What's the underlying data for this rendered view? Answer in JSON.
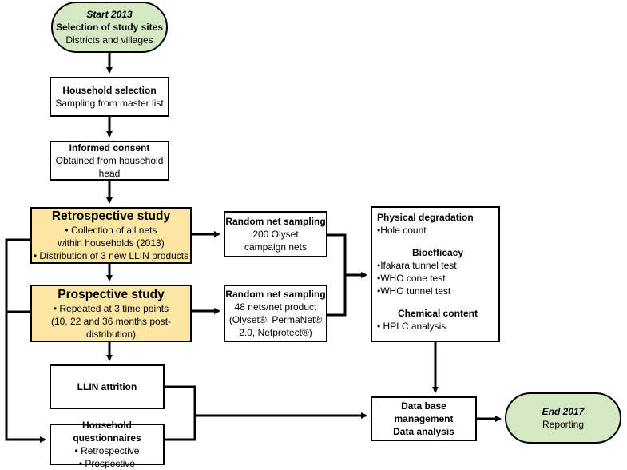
{
  "start": {
    "label": "Start 2013",
    "title": "Selection of study sites",
    "subtitle": "Districts and villages"
  },
  "household_selection": {
    "title": "Household selection",
    "subtitle": "Sampling from master list"
  },
  "informed_consent": {
    "title": "Informed consent",
    "line1": "Obtained from household",
    "line2": "head"
  },
  "retrospective": {
    "title": "Retrospective study",
    "line1": "• Collection of all nets",
    "line2": "within households (2013)",
    "line3": "• Distribution of 3 new LLIN products"
  },
  "prospective": {
    "title": "Prospective study",
    "line1": "• Repeated at 3 time points",
    "line2": "(10, 22 and 36 months post-",
    "line3": "distribution)"
  },
  "random_sampling_1": {
    "title": "Random net sampling",
    "line1": "200 Olyset",
    "line2": "campaign nets"
  },
  "random_sampling_2": {
    "title": "Random net sampling",
    "line1": "48 nets/net product",
    "line2": "(Olyset®, PermaNet®",
    "line3": "2.0, Netprotect®)"
  },
  "analyses": {
    "physical_title": "Physical degradation",
    "physical_1": "•Hole count",
    "bio_title": "Bioefficacy",
    "bio_1": "•Ifakara tunnel test",
    "bio_2": "•WHO cone test",
    "bio_3": "•WHO tunnel test",
    "chem_title": "Chemical content",
    "chem_1": "• HPLC analysis"
  },
  "attrition": {
    "title": "LLIN attrition"
  },
  "questionnaires": {
    "title": "Household questionnaires",
    "line1": "• Retrospective",
    "line2": "• Prospective"
  },
  "database": {
    "line1": "Data base",
    "line2": "management",
    "line3": "Data analysis"
  },
  "end": {
    "label": "End 2017",
    "subtitle": "Reporting"
  },
  "colors": {
    "start_end_fill": "#d5e8c4",
    "study_fill": "#fce6a4",
    "line": "#000000"
  }
}
